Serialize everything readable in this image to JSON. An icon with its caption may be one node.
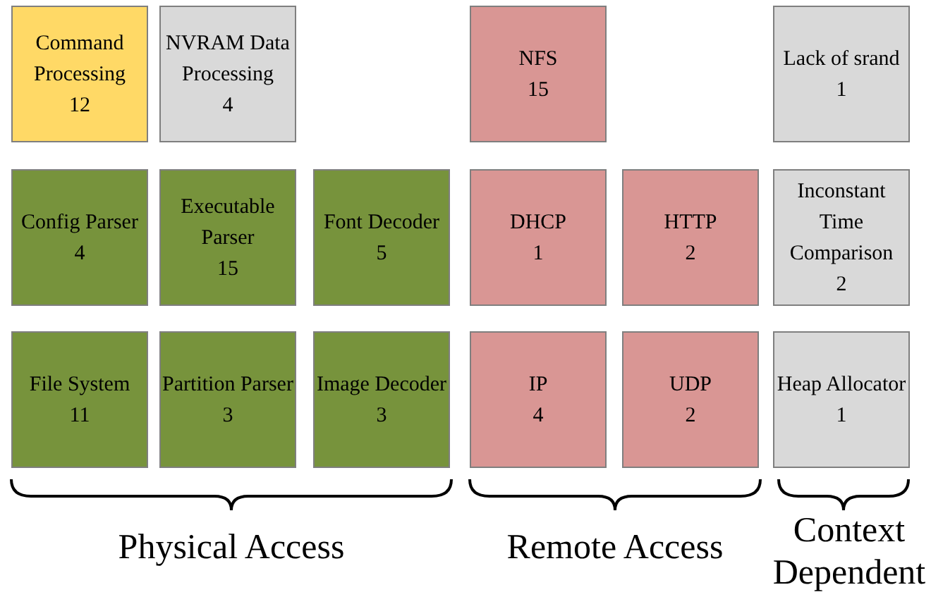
{
  "diagram": {
    "nodes": [
      {
        "text": [
          "Command Processing",
          "12"
        ]
      },
      {
        "text": [
          "NVRAM Data Processing",
          "4"
        ]
      },
      {
        "text": [
          "NFS",
          "15"
        ]
      },
      {
        "text": [
          "Lack of srand",
          "1"
        ]
      },
      {
        "text": [
          "Config Parser",
          "4"
        ]
      },
      {
        "text": [
          "Executable Parser",
          "15"
        ]
      },
      {
        "text": [
          "Font Decoder",
          "5"
        ]
      },
      {
        "text": [
          "DHCP",
          "1"
        ]
      },
      {
        "text": [
          "HTTP",
          "2"
        ]
      },
      {
        "text": [
          "Inconstant Time Comparison",
          "2"
        ]
      },
      {
        "text": [
          "File System",
          "11"
        ]
      },
      {
        "text": [
          "Partition Parser",
          "3"
        ]
      },
      {
        "text": [
          "Image Decoder",
          "3"
        ]
      },
      {
        "text": [
          "IP",
          "4"
        ]
      },
      {
        "text": [
          "UDP",
          "2"
        ]
      },
      {
        "text": [
          "Heap Allocator",
          "1"
        ]
      }
    ],
    "labels": [
      "Physical Access",
      "Remote Access",
      "Context Dependent"
    ]
  }
}
